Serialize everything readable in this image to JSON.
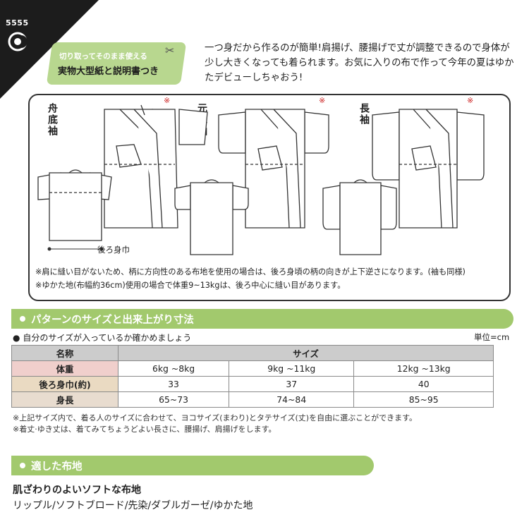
{
  "brand": {
    "code": "5555"
  },
  "badge": {
    "sub": "切り取ってそのまま使える",
    "main": "実物大型紙と説明書つき"
  },
  "intro": "一つ身だから作るのが簡単!肩揚げ、腰揚げで丈が調整できるので身体が少し大きくなっても着られます。お気に入りの布で作って今年の夏はゆかたデビューしちゃおう!",
  "diagram": {
    "styles": [
      {
        "label": "舟底袖"
      },
      {
        "label": "元禄袖"
      },
      {
        "label": "長袖"
      }
    ],
    "mark": "※",
    "back_width_label": "後ろ身巾",
    "notes": [
      "※肩に縫い目がないため、柄に方向性のある布地を使用の場合は、後ろ身頃の柄の向きが上下逆さになります。(袖も同様)",
      "※ゆかた地(布幅約36cm)使用の場合で体重9~13kgは、後ろ中心に縫い目があります。"
    ]
  },
  "size_section": {
    "title": "パターンのサイズと出来上がり寸法",
    "check_text": "自分のサイズが入っているか確かめましょう",
    "unit": "単位=cm",
    "header": {
      "name": "名称",
      "size": "サイズ"
    },
    "rows": [
      {
        "label": "体重",
        "values": [
          "6kg ~8kg",
          "9kg ~11kg",
          "12kg ~13kg"
        ]
      },
      {
        "label": "後ろ身巾(約)",
        "values": [
          "33",
          "37",
          "40"
        ]
      },
      {
        "label": "身長",
        "values": [
          "65~73",
          "74~84",
          "85~95"
        ]
      }
    ],
    "notes": [
      "※上記サイズ内で、着る人のサイズに合わせて、ヨコサイズ(まわり)とタテサイズ(丈)を自由に選ぶことができます。",
      "※着丈·ゆき丈は、着てみてちょうどよい長さに、腰揚げ、肩揚げをします。"
    ]
  },
  "fabric_section": {
    "title": "適した布地",
    "subtitle": "肌ざわりのよいソフトな布地",
    "list": "リップル/ソフトブロード/先染/ダブルガーゼ/ゆかた地"
  },
  "colors": {
    "accent_green": "#a2c96d",
    "badge_green": "#b8d78f",
    "mark_red": "#cc2222"
  }
}
